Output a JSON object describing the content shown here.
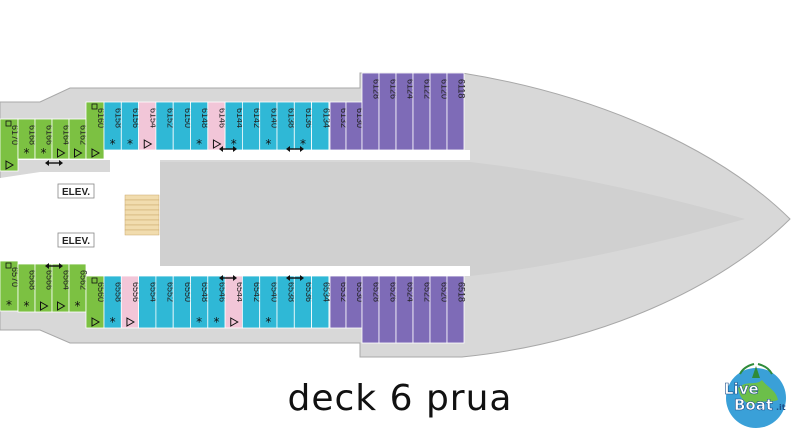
{
  "caption": "deck 6 prua",
  "logo": {
    "line1": "Live",
    "line2": "Boat",
    "suffix": ".it"
  },
  "elevators": [
    {
      "label": "ELEV."
    },
    {
      "label": "ELEV."
    }
  ],
  "colors": {
    "green": "#7cc142",
    "cyan": "#2fb8d6",
    "pink": "#f2c6d8",
    "purple": "#7e6bb7",
    "ship": "#d8d8d8",
    "corridor": "#ffffff",
    "stairs": "#f1dcae"
  },
  "top_row": [
    {
      "num": "6170",
      "type": "green",
      "mark": "access-tri"
    },
    {
      "num": "6168",
      "type": "green",
      "mark": "star"
    },
    {
      "num": "6166",
      "type": "green",
      "mark": "star"
    },
    {
      "num": "6164",
      "type": "green",
      "mark": "tri"
    },
    {
      "num": "6162",
      "type": "green",
      "mark": "tri"
    },
    {
      "num": "6160",
      "type": "green",
      "mark": "access-tri"
    },
    {
      "num": "6158",
      "type": "cyan",
      "mark": "star"
    },
    {
      "num": "6156",
      "type": "cyan",
      "mark": "star"
    },
    {
      "num": "6154",
      "type": "pink",
      "mark": "tri"
    },
    {
      "num": "6152",
      "type": "cyan",
      "mark": ""
    },
    {
      "num": "6150",
      "type": "cyan",
      "mark": ""
    },
    {
      "num": "6148",
      "type": "cyan",
      "mark": "star"
    },
    {
      "num": "6146",
      "type": "pink",
      "mark": "tri"
    },
    {
      "num": "6144",
      "type": "cyan",
      "mark": "star"
    },
    {
      "num": "6142",
      "type": "cyan",
      "mark": ""
    },
    {
      "num": "6140",
      "type": "cyan",
      "mark": "star"
    },
    {
      "num": "6138",
      "type": "cyan",
      "mark": ""
    },
    {
      "num": "6136",
      "type": "cyan",
      "mark": "star"
    },
    {
      "num": "6134",
      "type": "cyan",
      "mark": ""
    },
    {
      "num": "6132",
      "type": "purple",
      "mark": ""
    },
    {
      "num": "6130",
      "type": "purple",
      "mark": ""
    },
    {
      "num": "6128",
      "type": "purple",
      "mark": ""
    },
    {
      "num": "6126",
      "type": "purple",
      "mark": ""
    },
    {
      "num": "6124",
      "type": "purple",
      "mark": ""
    },
    {
      "num": "6122",
      "type": "purple",
      "mark": ""
    },
    {
      "num": "6120",
      "type": "purple",
      "mark": ""
    },
    {
      "num": "6118",
      "type": "purple",
      "mark": ""
    }
  ],
  "bottom_row": [
    {
      "num": "6570",
      "type": "green",
      "mark": "access-star"
    },
    {
      "num": "6568",
      "type": "green",
      "mark": "star"
    },
    {
      "num": "6566",
      "type": "green",
      "mark": "tri"
    },
    {
      "num": "6564",
      "type": "green",
      "mark": "tri"
    },
    {
      "num": "6562",
      "type": "green",
      "mark": "star"
    },
    {
      "num": "6560",
      "type": "green",
      "mark": "access-tri"
    },
    {
      "num": "6558",
      "type": "cyan",
      "mark": "star"
    },
    {
      "num": "6556",
      "type": "pink",
      "mark": "tri"
    },
    {
      "num": "6554",
      "type": "cyan",
      "mark": ""
    },
    {
      "num": "6552",
      "type": "cyan",
      "mark": ""
    },
    {
      "num": "6550",
      "type": "cyan",
      "mark": ""
    },
    {
      "num": "6548",
      "type": "cyan",
      "mark": "star"
    },
    {
      "num": "6546",
      "type": "cyan",
      "mark": "star"
    },
    {
      "num": "6544",
      "type": "pink",
      "mark": "tri"
    },
    {
      "num": "6542",
      "type": "cyan",
      "mark": ""
    },
    {
      "num": "6540",
      "type": "cyan",
      "mark": "star"
    },
    {
      "num": "6538",
      "type": "cyan",
      "mark": ""
    },
    {
      "num": "6536",
      "type": "cyan",
      "mark": ""
    },
    {
      "num": "6534",
      "type": "cyan",
      "mark": ""
    },
    {
      "num": "6532",
      "type": "purple",
      "mark": ""
    },
    {
      "num": "6530",
      "type": "purple",
      "mark": ""
    },
    {
      "num": "6528",
      "type": "purple",
      "mark": ""
    },
    {
      "num": "6526",
      "type": "purple",
      "mark": ""
    },
    {
      "num": "6524",
      "type": "purple",
      "mark": ""
    },
    {
      "num": "6522",
      "type": "purple",
      "mark": ""
    },
    {
      "num": "6520",
      "type": "purple",
      "mark": ""
    },
    {
      "num": "6518",
      "type": "purple",
      "mark": ""
    }
  ]
}
